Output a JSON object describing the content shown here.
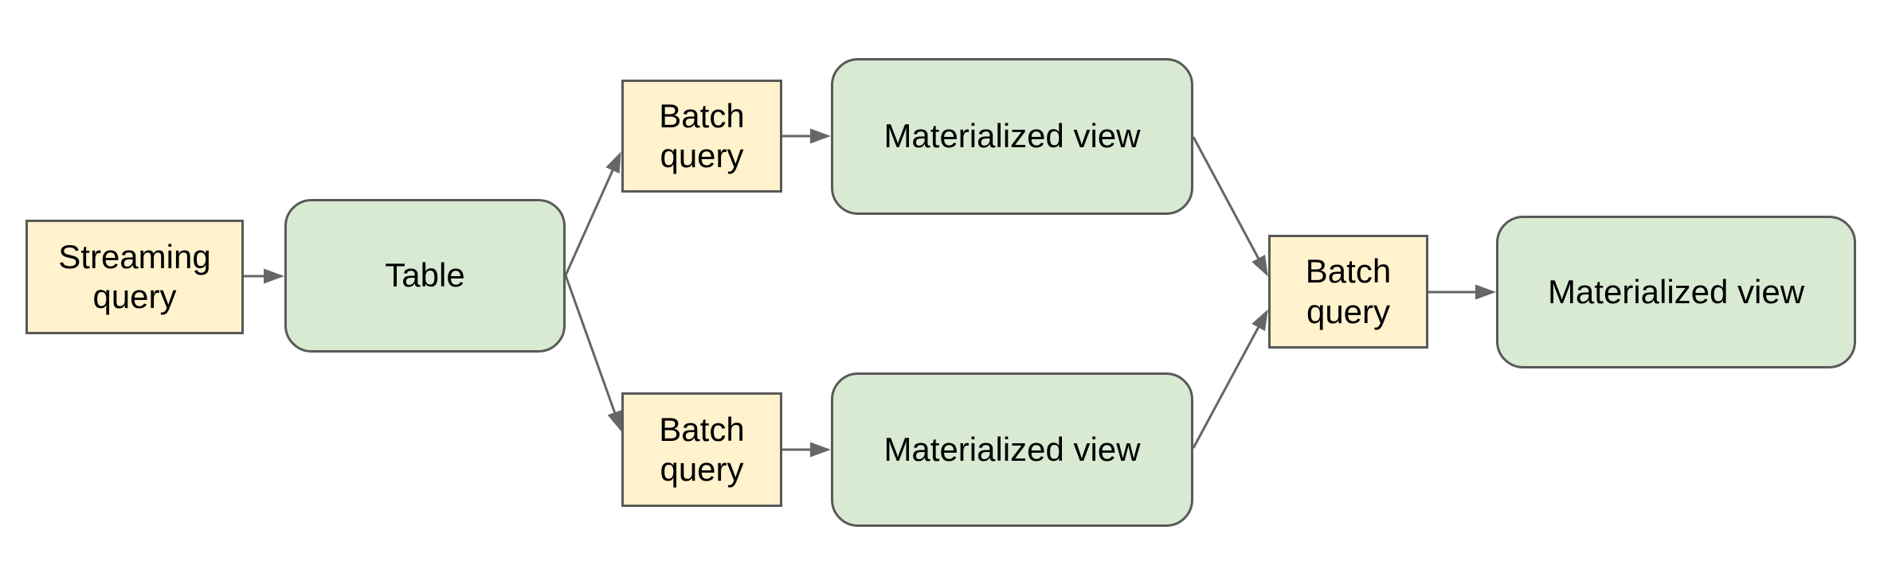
{
  "diagram": {
    "colors": {
      "query_fill": "#fff2cc",
      "artifact_fill": "#d9ead3",
      "border": "#595959",
      "arrow": "#666666",
      "text": "#000000",
      "background": "#ffffff"
    },
    "nodes": [
      {
        "id": "streaming-query",
        "label": "Streaming query",
        "kind": "query"
      },
      {
        "id": "table",
        "label": "Table",
        "kind": "artifact"
      },
      {
        "id": "batch-query-top",
        "label": "Batch query",
        "kind": "query"
      },
      {
        "id": "materialized-view-top",
        "label": "Materialized view",
        "kind": "artifact"
      },
      {
        "id": "batch-query-bottom",
        "label": "Batch query",
        "kind": "query"
      },
      {
        "id": "materialized-view-bottom",
        "label": "Materialized view",
        "kind": "artifact"
      },
      {
        "id": "batch-query-right",
        "label": "Batch query",
        "kind": "query"
      },
      {
        "id": "materialized-view-final",
        "label": "Materialized view",
        "kind": "artifact"
      }
    ],
    "edges": [
      {
        "from": "streaming-query",
        "to": "table"
      },
      {
        "from": "table",
        "to": "batch-query-top"
      },
      {
        "from": "batch-query-top",
        "to": "materialized-view-top"
      },
      {
        "from": "materialized-view-top",
        "to": "batch-query-right"
      },
      {
        "from": "table",
        "to": "batch-query-bottom"
      },
      {
        "from": "batch-query-bottom",
        "to": "materialized-view-bottom"
      },
      {
        "from": "materialized-view-bottom",
        "to": "batch-query-right"
      },
      {
        "from": "batch-query-right",
        "to": "materialized-view-final"
      }
    ]
  }
}
